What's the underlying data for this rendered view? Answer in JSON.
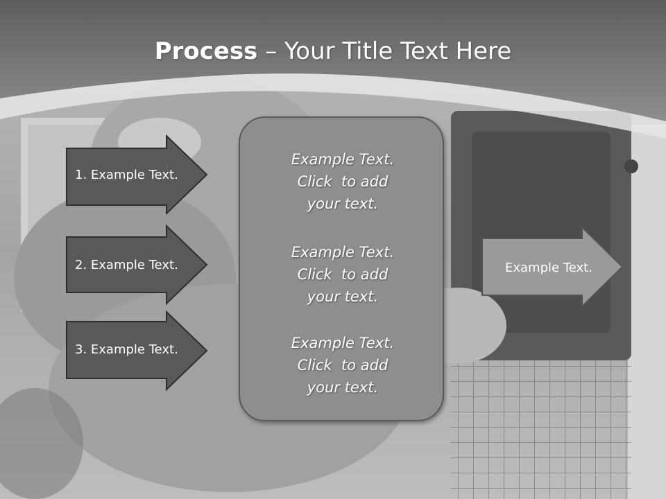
{
  "slide": {
    "title_bold": "Process",
    "title_rest": " – Your Title Text Here"
  },
  "colors": {
    "header_top": "#5f5f5f",
    "header_bottom": "#8c8c8c",
    "arrow_dark": "#595959",
    "arrow_light": "#9a9a9a",
    "center_box": "#8e8e8e"
  },
  "left_arrows": [
    {
      "label": "1. Example Text."
    },
    {
      "label": "2. Example Text."
    },
    {
      "label": "3. Example Text."
    }
  ],
  "center_blocks": [
    {
      "lines": [
        "Example Text.",
        "Click  to add",
        "your text."
      ]
    },
    {
      "lines": [
        "Example Text.",
        "Click  to add",
        "your text."
      ]
    },
    {
      "lines": [
        "Example Text.",
        "Click  to add",
        "your text."
      ]
    }
  ],
  "right_arrow": {
    "label": "Example Text."
  }
}
